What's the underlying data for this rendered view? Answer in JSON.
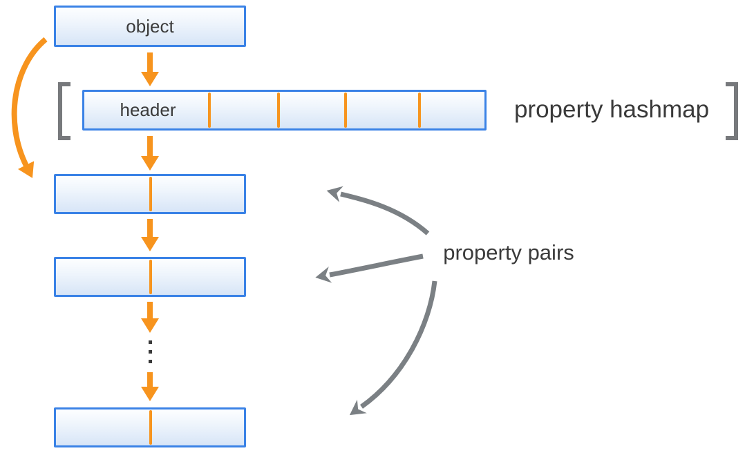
{
  "diagram": {
    "object_label": "object",
    "header_label": "header",
    "hashmap_label": "property hashmap",
    "pairs_label": "property pairs",
    "colors": {
      "box_border_blue": "#3A82E6",
      "box_fill_top": "#FDFEFF",
      "box_fill_bottom": "#D7E5F7",
      "arrow_orange": "#F7941E",
      "arrow_gray": "#7B8084",
      "bracket_gray": "#77797C",
      "text": "#3A3A3A"
    },
    "structure": {
      "hashmap_slot_dividers": 4,
      "property_pair_boxes": 3,
      "pair_divider_per_box": 1,
      "ellipsis_dots": 3
    }
  }
}
